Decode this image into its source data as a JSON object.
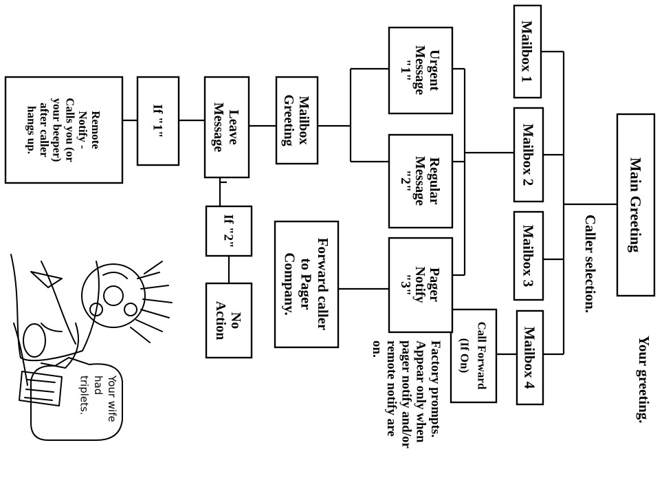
{
  "notes": {
    "your_greeting": "Your greeting.",
    "caller_selection": "Caller selection.",
    "factory_prompts": [
      "Factory prompts.",
      "Appear only when",
      "pager notify and/or",
      "remote notify are",
      "on."
    ]
  },
  "boxes": {
    "main_greeting": [
      "Main Greeting"
    ],
    "mailbox_1": [
      "Mailbox 1"
    ],
    "mailbox_2": [
      "Mailbox 2"
    ],
    "mailbox_3": [
      "Mailbox 3"
    ],
    "mailbox_4": [
      "Mailbox 4"
    ],
    "call_forward": [
      "Call  Forward",
      "(If On)"
    ],
    "urgent_message": [
      "Urgent",
      "Message",
      "\"1\""
    ],
    "regular_message": [
      "Regular",
      "Message",
      "\"2\""
    ],
    "pager_notify": [
      "Pager",
      "Notify",
      "\"3\""
    ],
    "mailbox_greeting": [
      "Mailbox",
      "Greeting"
    ],
    "forward_pager": [
      "Forward caller",
      "to Pager",
      "Company."
    ],
    "leave_message": [
      "Leave",
      "Message"
    ],
    "if_2": [
      "If \"2\""
    ],
    "no_action": [
      "No",
      "Action"
    ],
    "if_1": [
      "If \"1\""
    ],
    "remote_notify": [
      "Remote",
      "Notify -",
      "Calls you (or",
      "your beeper)",
      "after caller",
      "hangs up."
    ]
  },
  "cartoon": {
    "speech_bubble": [
      "Your wife",
      "had",
      "triplets."
    ]
  }
}
